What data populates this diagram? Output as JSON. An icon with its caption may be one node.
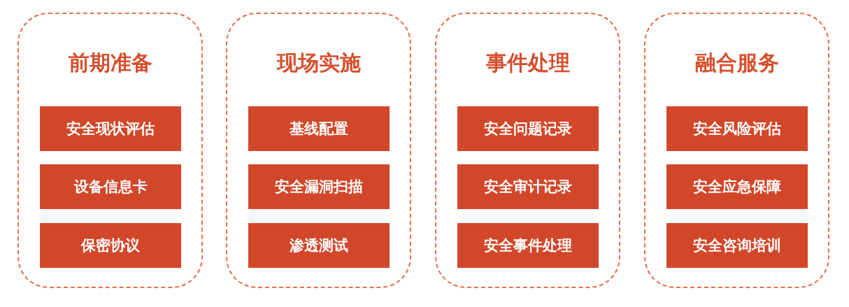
{
  "diagram": {
    "nodes": [
      {
        "text": [
          "前期准备"
        ]
      },
      {
        "text": [
          "安全现状评估"
        ],
        "in": 0
      },
      {
        "text": [
          "设备信息卡"
        ],
        "in": 0
      },
      {
        "text": [
          "保密协议"
        ],
        "in": 0
      },
      {
        "text": [
          "现场实施"
        ]
      },
      {
        "text": [
          "基线配置"
        ],
        "in": 4
      },
      {
        "text": [
          "安全漏洞扫描"
        ],
        "in": 4
      },
      {
        "text": [
          "渗透测试"
        ],
        "in": 4
      },
      {
        "text": [
          "事件处理"
        ]
      },
      {
        "text": [
          "安全问题记录"
        ],
        "in": 8
      },
      {
        "text": [
          "安全审计记录"
        ],
        "in": 8
      },
      {
        "text": [
          "安全事件处理"
        ],
        "in": 8
      },
      {
        "text": [
          "融合服务"
        ]
      },
      {
        "text": [
          "安全风险评估"
        ],
        "in": 12
      },
      {
        "text": [
          "安全应急保障"
        ],
        "in": 12
      },
      {
        "text": [
          "安全咨询培训"
        ],
        "in": 12
      }
    ],
    "edges": []
  }
}
